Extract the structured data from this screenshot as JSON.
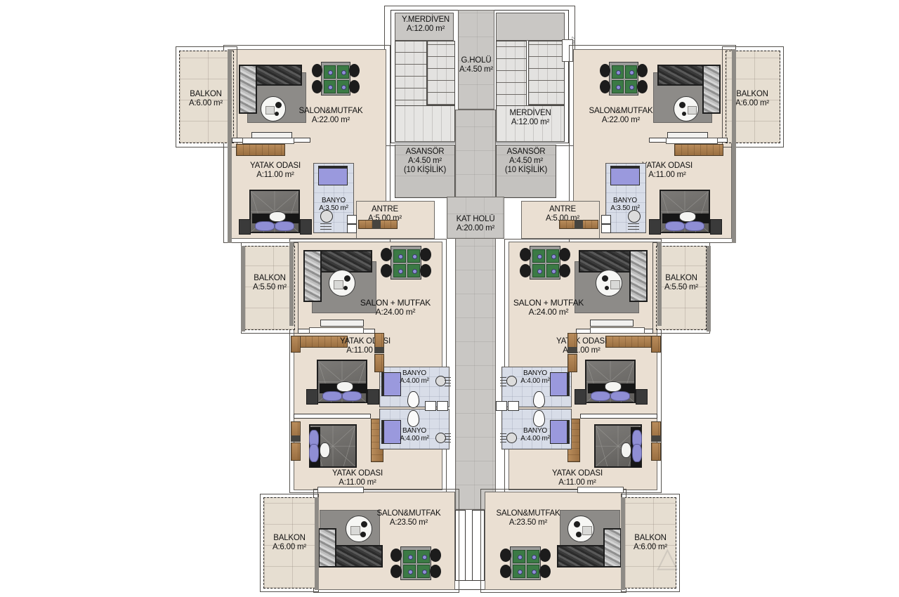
{
  "document": {
    "type": "architectural-floor-plan",
    "language": "tr",
    "area_unit": "m²",
    "area_prefix": "A:"
  },
  "rooms": {
    "stair_upper_left": {
      "name": "Y.MERDİVEN",
      "area": "A:12.00 m²"
    },
    "stair_upper_right": {
      "name": "MERDİVEN",
      "area": "A:12.00 m²"
    },
    "entry_hall": {
      "name": "G.HOLÜ",
      "area": "A:4.50 m²"
    },
    "elevator_left": {
      "name": "ASANSÖR",
      "area": "A:4.50 m²",
      "capacity": "(10 KİŞİLİK)"
    },
    "elevator_right": {
      "name": "ASANSÖR",
      "area": "A:4.50 m²",
      "capacity": "(10 KİŞİLİK)"
    },
    "floor_corridor": {
      "name": "KAT HOLÜ",
      "area": "A:20.00 m²"
    },
    "balcony_top_left": {
      "name": "BALKON",
      "area": "A:6.00 m²"
    },
    "balcony_top_right": {
      "name": "BALKON",
      "area": "A:6.00 m²"
    },
    "balcony_mid_left": {
      "name": "BALKON",
      "area": "A:5.50 m²"
    },
    "balcony_mid_right": {
      "name": "BALKON",
      "area": "A:5.50 m²"
    },
    "balcony_bottom_left": {
      "name": "BALKON",
      "area": "A:6.00 m²"
    },
    "balcony_bottom_right": {
      "name": "BALKON",
      "area": "A:6.00 m²"
    },
    "living_top_left": {
      "name": "SALON&MUTFAK",
      "area": "A:22.00 m²"
    },
    "living_top_right": {
      "name": "SALON&MUTFAK",
      "area": "A:22.00 m²"
    },
    "living_mid_left": {
      "name": "SALON + MUTFAK",
      "area": "A:24.00 m²"
    },
    "living_mid_right": {
      "name": "SALON + MUTFAK",
      "area": "A:24.00 m²"
    },
    "living_bottom_left": {
      "name": "SALON&MUTFAK",
      "area": "A:23.50 m²"
    },
    "living_bottom_right": {
      "name": "SALON&MUTFAK",
      "area": "A:23.50 m²"
    },
    "bedroom_top_left": {
      "name": "YATAK ODASI",
      "area": "A:11.00 m²"
    },
    "bedroom_top_right": {
      "name": "YATAK ODASI",
      "area": "A:11.00 m²"
    },
    "bedroom_mid_left": {
      "name": "YATAK ODASI",
      "area": "A:11.00 m²"
    },
    "bedroom_mid_right": {
      "name": "YATAK ODASI",
      "area": "A:11.00 m²"
    },
    "bedroom_low_left": {
      "name": "YATAK ODASI",
      "area": "A:11.00 m²"
    },
    "bedroom_low_right": {
      "name": "YATAK ODASI",
      "area": "A:11.00 m²"
    },
    "bath_top_left": {
      "name": "BANYO",
      "area": "A:3.50 m²"
    },
    "bath_top_right": {
      "name": "BANYO",
      "area": "A:3.50 m²"
    },
    "bath_center_left_upper": {
      "name": "BANYO",
      "area": "A:4.00 m²"
    },
    "bath_center_left_lower": {
      "name": "BANYO",
      "area": "A:4.00 m²"
    },
    "bath_center_right_upper": {
      "name": "BANYO",
      "area": "A:4.00 m²"
    },
    "bath_center_right_lower": {
      "name": "BANYO",
      "area": "A:4.00 m²"
    },
    "antre_left": {
      "name": "ANTRE",
      "area": "A:5.00 m²"
    },
    "antre_right": {
      "name": "ANTRE",
      "area": "A:5.00 m²"
    }
  },
  "colors": {
    "floor_fill": "#eadfd2",
    "balcony_fill": "#e6ded1",
    "bathroom_fill": "#d8dde8",
    "corridor_fill": "#c9c7c4",
    "wall_stroke": "#3c3a38",
    "text": "#111111",
    "rug": "#8d8b88",
    "duvet": "#8f8ed4",
    "dining_place": "#3b7a45",
    "wood": "#b98c5b"
  }
}
